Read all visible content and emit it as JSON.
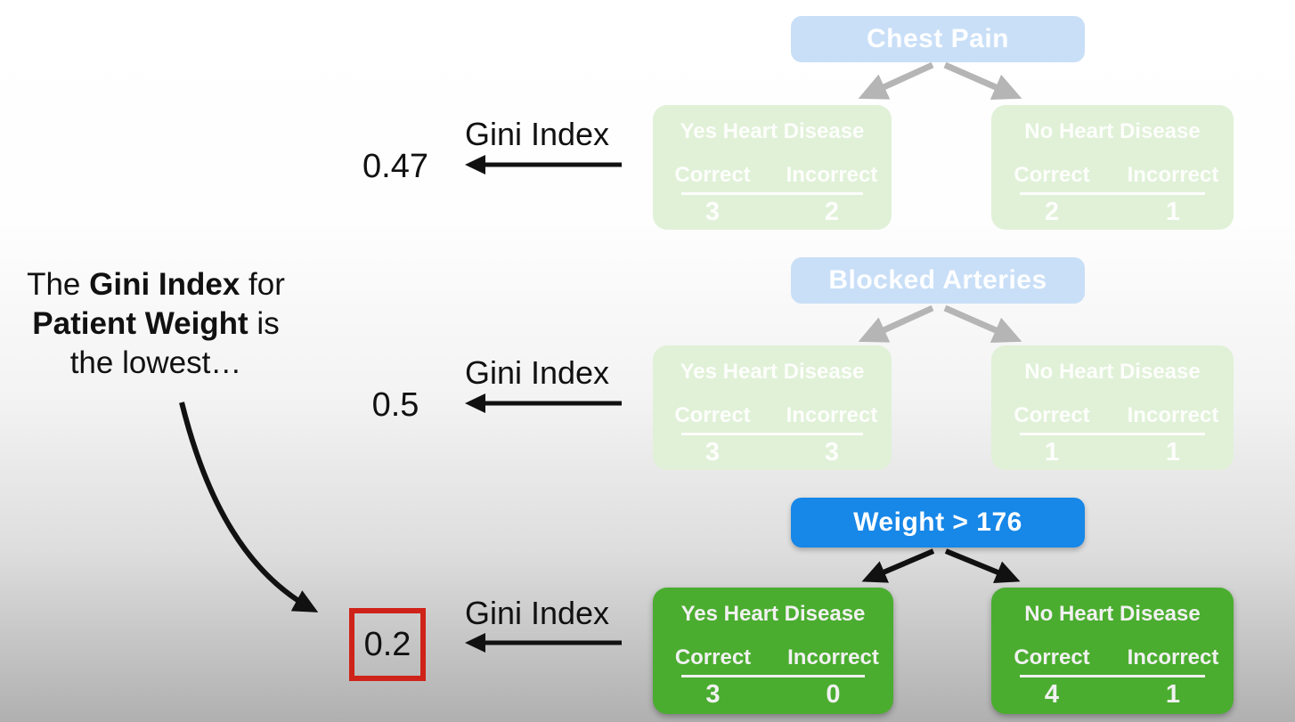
{
  "note": {
    "line1_pre": "The ",
    "line1_bold": "Gini Index",
    "line1_post": " for",
    "line2_bold": "Patient Weight",
    "line2_post": " is",
    "line3": "the lowest…"
  },
  "gini_rows": [
    {
      "label": "Gini Index",
      "value": "0.47",
      "highlighted": false
    },
    {
      "label": "Gini Index",
      "value": "0.5",
      "highlighted": false
    },
    {
      "label": "Gini Index",
      "value": "0.2",
      "highlighted": true
    }
  ],
  "trees": [
    {
      "question": "Chest Pain",
      "state": "faded",
      "leaves": [
        {
          "title": "Yes Heart Disease",
          "col1": "Correct",
          "col2": "Incorrect",
          "val1": "3",
          "val2": "2"
        },
        {
          "title": "No Heart Disease",
          "col1": "Correct",
          "col2": "Incorrect",
          "val1": "2",
          "val2": "1"
        }
      ]
    },
    {
      "question": "Blocked Arteries",
      "state": "faded",
      "leaves": [
        {
          "title": "Yes Heart Disease",
          "col1": "Correct",
          "col2": "Incorrect",
          "val1": "3",
          "val2": "3"
        },
        {
          "title": "No Heart Disease",
          "col1": "Correct",
          "col2": "Incorrect",
          "val1": "1",
          "val2": "1"
        }
      ]
    },
    {
      "question": "Weight > 176",
      "state": "active",
      "leaves": [
        {
          "title": "Yes Heart Disease",
          "col1": "Correct",
          "col2": "Incorrect",
          "val1": "3",
          "val2": "0"
        },
        {
          "title": "No Heart Disease",
          "col1": "Correct",
          "col2": "Incorrect",
          "val1": "4",
          "val2": "1"
        }
      ]
    }
  ],
  "colors": {
    "blue": "#1787e8",
    "green": "#4aad2f",
    "faded-blue": "#c9dff7",
    "faded-green": "#e0f1d7",
    "red": "#cf2218",
    "arrow-gray": "#b5b5b5",
    "ink": "#111111"
  }
}
